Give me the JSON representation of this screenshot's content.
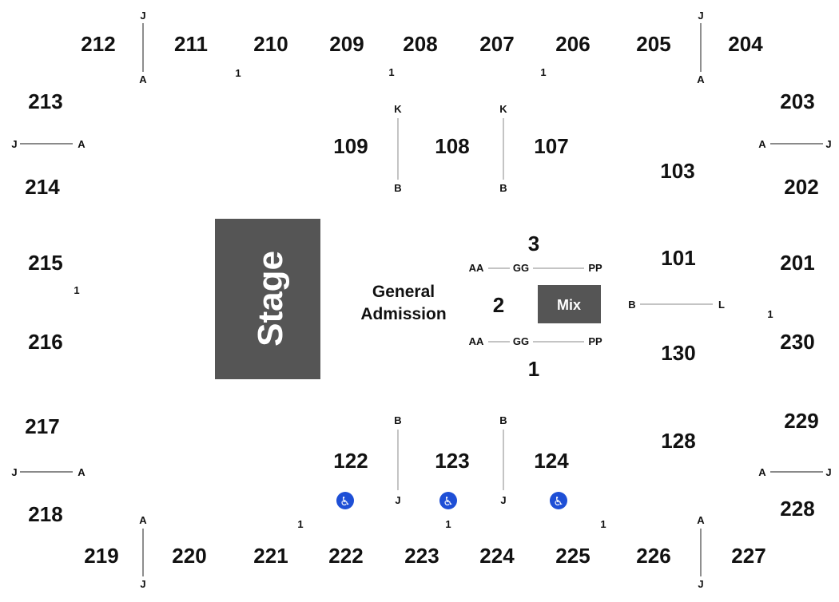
{
  "colors": {
    "stage_fill": "#555555",
    "mix_fill": "#555555",
    "accessible_fill": "#1e4fd6",
    "text": "#111111"
  },
  "stage": {
    "label": "Stage"
  },
  "mix": {
    "label": "Mix"
  },
  "general_admission": {
    "line1": "General",
    "line2": "Admission"
  },
  "floor": {
    "sections": [
      "3",
      "2",
      "1"
    ],
    "rows_upper": [
      "AA",
      "GG",
      "PP"
    ],
    "rows_lower": [
      "AA",
      "GG",
      "PP"
    ],
    "mix_rows": [
      "B",
      "L"
    ]
  },
  "sections_100": [
    "109",
    "108",
    "107",
    "103",
    "101",
    "130",
    "128",
    "122",
    "123",
    "124"
  ],
  "sections_200_top": [
    "212",
    "211",
    "210",
    "209",
    "208",
    "207",
    "206",
    "205",
    "204"
  ],
  "sections_200_left": [
    "213",
    "214",
    "215",
    "216",
    "217",
    "218"
  ],
  "sections_200_right": [
    "203",
    "202",
    "201",
    "230",
    "229",
    "228"
  ],
  "sections_200_bottom": [
    "219",
    "220",
    "221",
    "222",
    "223",
    "224",
    "225",
    "226",
    "227"
  ],
  "row_markers": {
    "upper_top_left": [
      "J",
      "A"
    ],
    "upper_top_right": [
      "J",
      "A"
    ],
    "upper_left_top": [
      "J",
      "A"
    ],
    "upper_left_bottom": [
      "J",
      "A"
    ],
    "upper_right_top": [
      "A",
      "J"
    ],
    "upper_right_bottom": [
      "A",
      "J"
    ],
    "upper_bottom_left": [
      "A",
      "J"
    ],
    "upper_bottom_right": [
      "A",
      "J"
    ],
    "lower_top": [
      "K",
      "B",
      "K",
      "B"
    ],
    "lower_bottom": [
      "B",
      "J",
      "B",
      "J"
    ],
    "row_one": "1"
  },
  "accessible": {
    "icon": "wheelchair-icon",
    "glyph": "♿",
    "count": 3
  }
}
